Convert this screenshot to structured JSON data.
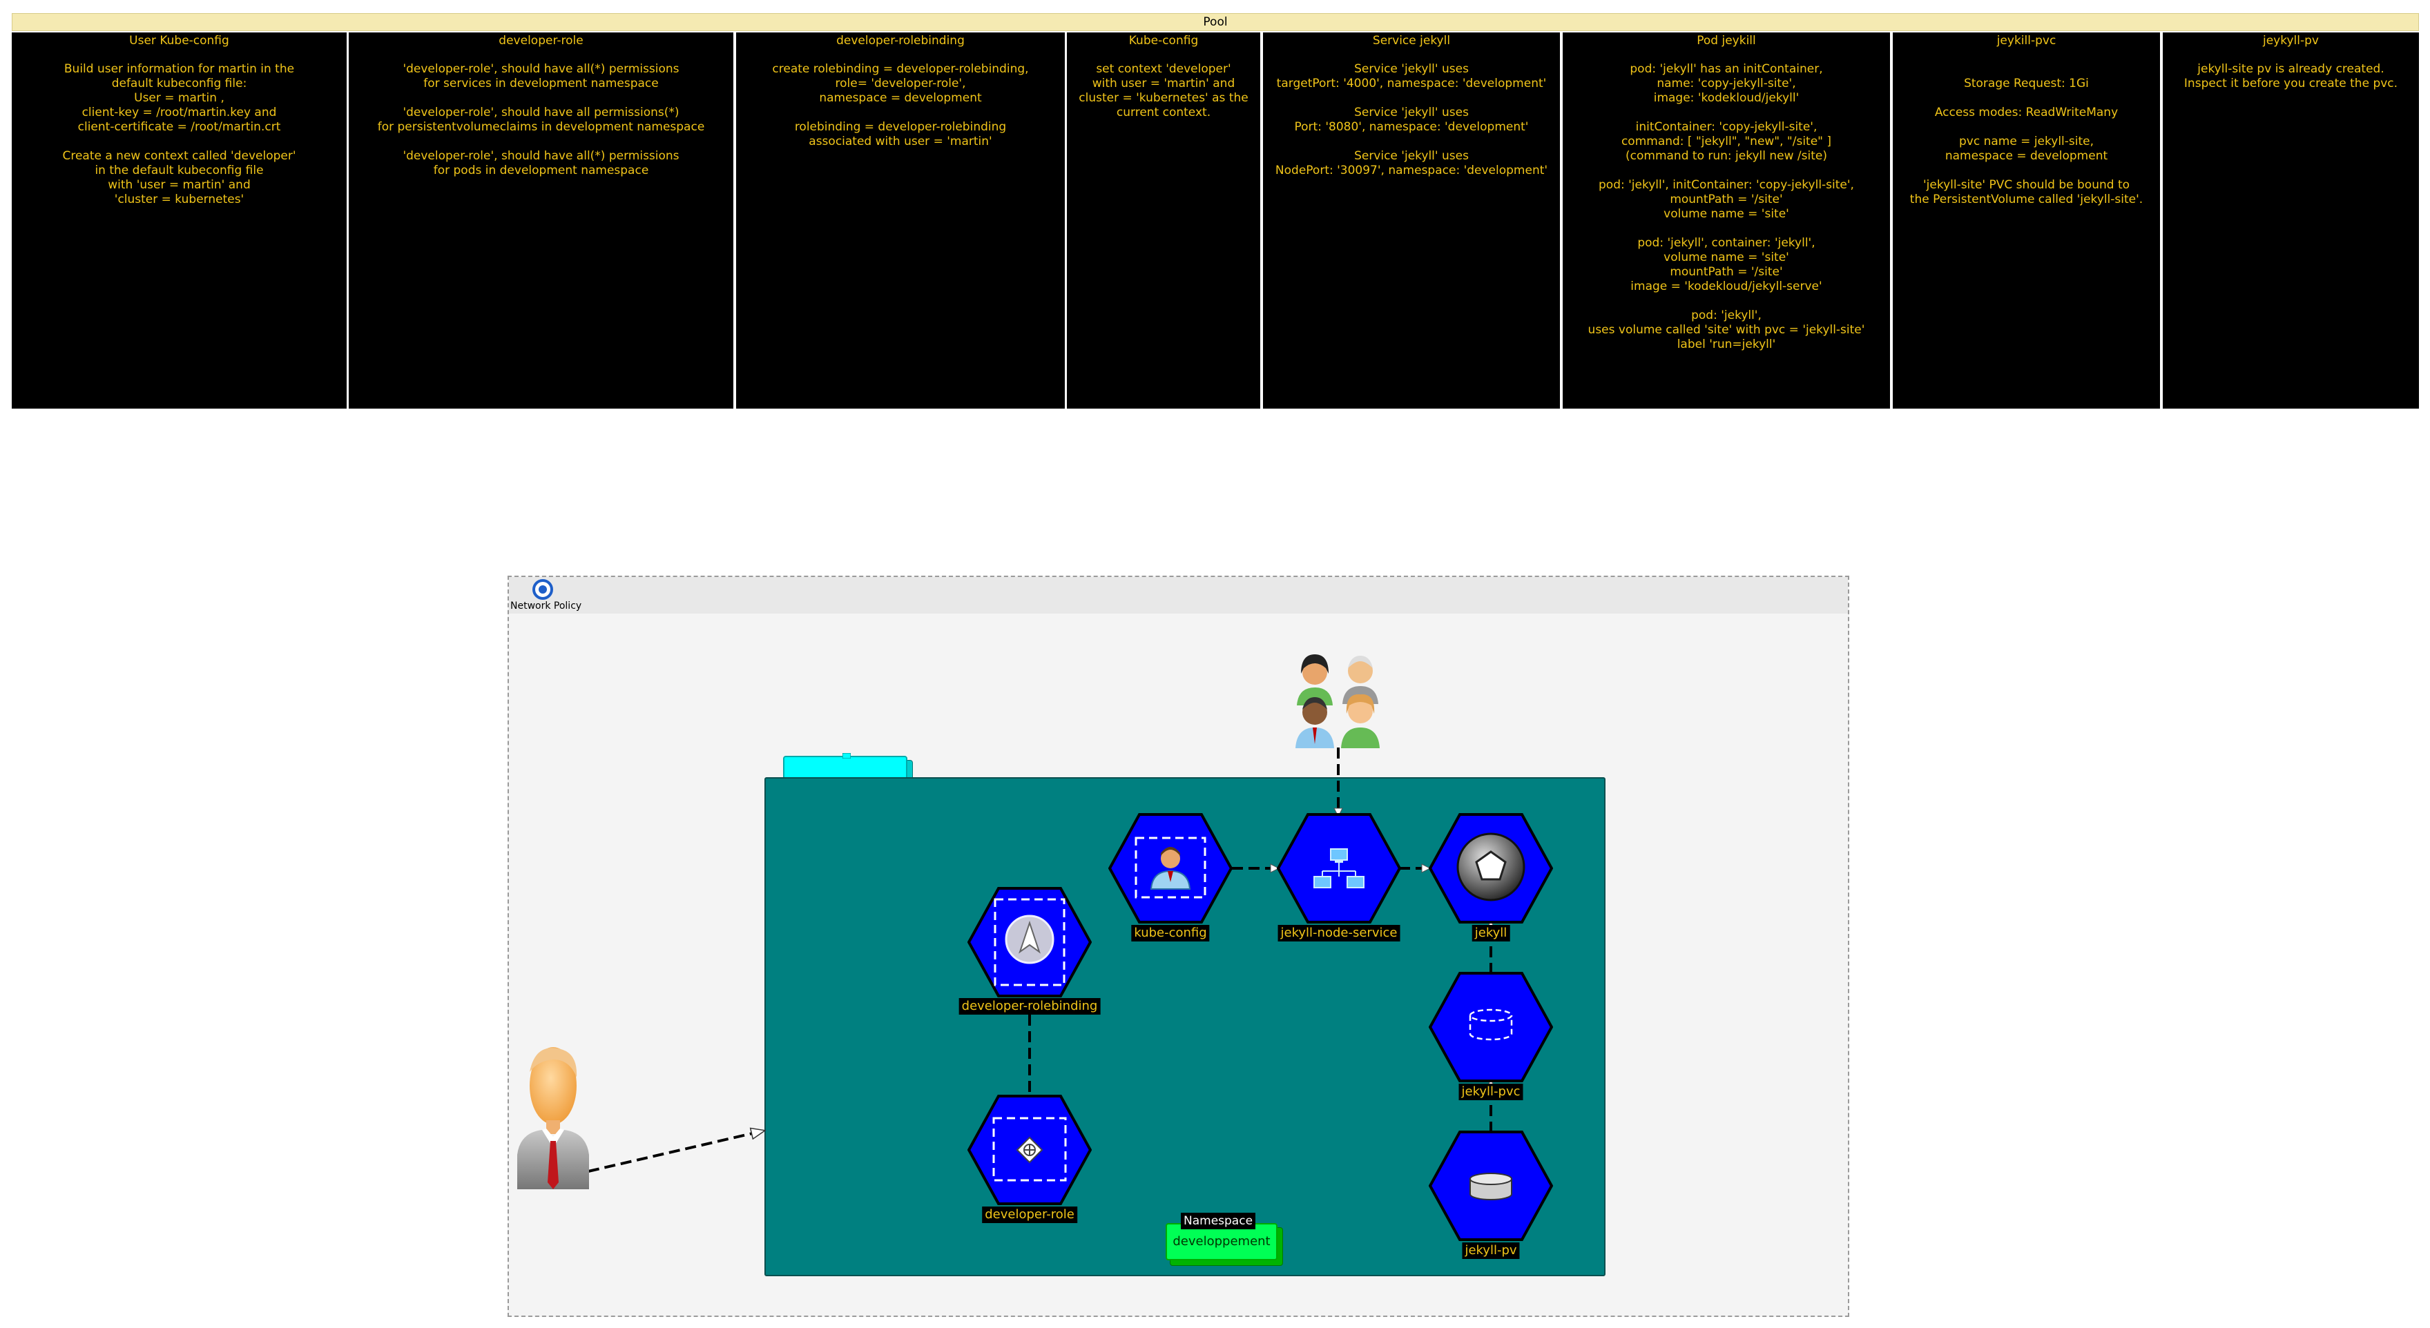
{
  "pool": {
    "title": "Pool"
  },
  "lanes": [
    {
      "title": "User Kube-config",
      "body": "Build user information for martin in the\ndefault kubeconfig file:\nUser = martin ,\nclient-key = /root/martin.key and\nclient-certificate = /root/martin.crt\n\nCreate a new context called 'developer'\nin the default kubeconfig file\nwith 'user = martin' and\n'cluster = kubernetes'"
    },
    {
      "title": "developer-role",
      "body": "'developer-role', should have all(*) permissions\nfor services in development namespace\n\n'developer-role', should have all permissions(*)\nfor persistentvolumeclaims in development namespace\n\n'developer-role', should have all(*) permissions\nfor pods in development namespace"
    },
    {
      "title": "developer-rolebinding",
      "body": "create rolebinding = developer-rolebinding,\nrole= 'developer-role',\nnamespace = development\n\nrolebinding = developer-rolebinding\nassociated with user = 'martin'"
    },
    {
      "title": "Kube-config",
      "body": "set context 'developer'\nwith user = 'martin' and\ncluster = 'kubernetes' as the\ncurrent context."
    },
    {
      "title": "Service jekyll",
      "body": "Service 'jekyll' uses\ntargetPort: '4000', namespace: 'development'\n\nService 'jekyll' uses\nPort: '8080', namespace: 'development'\n\nService 'jekyll' uses\nNodePort: '30097', namespace: 'development'"
    },
    {
      "title": "Pod jeykill",
      "body": "pod: 'jekyll' has an initContainer,\nname: 'copy-jekyll-site',\nimage: 'kodekloud/jekyll'\n\ninitContainer: 'copy-jekyll-site',\ncommand: [ \"jekyll\", \"new\", \"/site\" ]\n(command to run: jekyll new /site)\n\npod: 'jekyll', initContainer: 'copy-jekyll-site',\nmountPath = '/site'\nvolume name = 'site'\n\npod: 'jekyll', container: 'jekyll',\nvolume name = 'site'\nmountPath = '/site'\nimage = 'kodekloud/jekyll-serve'\n\npod: 'jekyll',\nuses volume called  'site' with pvc = 'jekyll-site'\nlabel 'run=jekyll'"
    },
    {
      "title": "jeykill-pvc",
      "body": "\nStorage Request: 1Gi\n\nAccess modes: ReadWriteMany\n\npvc name = jekyll-site,\nnamespace = development\n\n'jekyll-site' PVC should be bound to\nthe PersistentVolume called 'jekyll-site'."
    },
    {
      "title": "jeykyll-pv",
      "body": "jekyll-site pv is already created.\nInspect it before you create the pvc."
    }
  ],
  "network_policy": {
    "label": "Network Policy"
  },
  "namespace": {
    "tab_label": "",
    "chip_title": "Namespace",
    "chip_label": "developpement"
  },
  "nodes": {
    "kube_config": "kube-config",
    "jekyll_node_service": "jekyll-node-service",
    "jekyll": "jekyll",
    "developer_rolebinding": "developer-rolebinding",
    "jekyll_pvc": "jekyll-pvc",
    "developer_role": "developer-role",
    "jekyll_pv": "jekyll-pv"
  },
  "colors": {
    "hex_fill": "#0000ff",
    "namespace_fill": "#008080",
    "label_text": "#f0c419",
    "lane_fill": "#000000",
    "pool_header": "#f5eab2"
  }
}
